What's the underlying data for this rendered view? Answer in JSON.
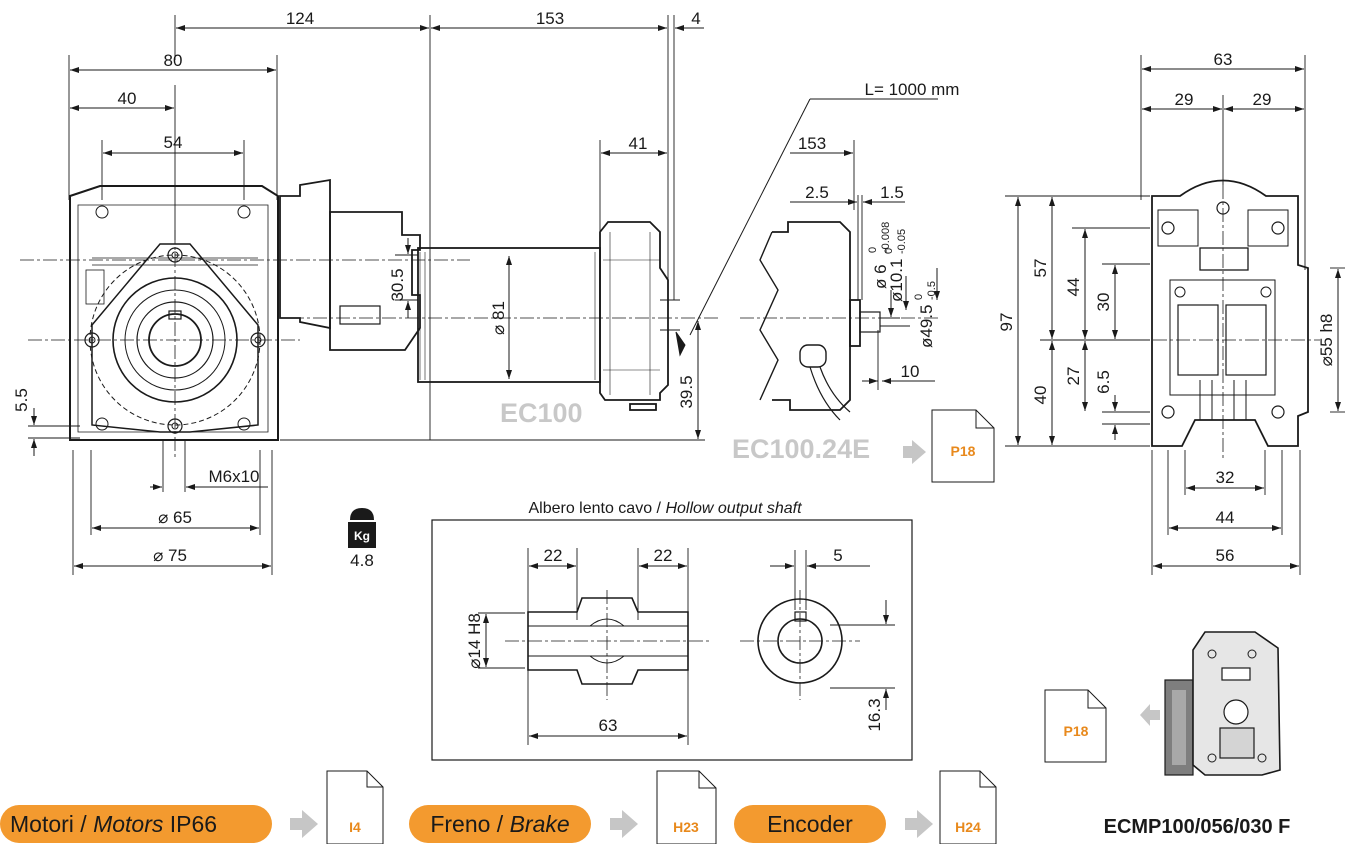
{
  "colors": {
    "accent": "#f39a2f",
    "ref_text": "#e8891c",
    "grey_text": "#c8c8c8",
    "arrow": "#c6c6c6",
    "line": "#1a1a1a"
  },
  "front_view": {
    "dims": {
      "d80": "80",
      "d40": "40",
      "d54": "54",
      "d5_5": "5.5",
      "m6x10": "M6x10",
      "d65": "⌀ 65",
      "d75": "⌀ 75"
    }
  },
  "side_view": {
    "dims": {
      "d124": "124",
      "d153": "153",
      "d4": "4",
      "d41": "41",
      "d30_5": "30.5",
      "d81": "⌀ 81",
      "d39_5": "39.5"
    },
    "motor_label": "EC100"
  },
  "encoder_view": {
    "cable_label": "L= 1000 mm",
    "dims": {
      "d153": "153",
      "d2_5": "2.5",
      "d1_5": "1.5",
      "d10": "10"
    },
    "tol": {
      "d6": "ø 6",
      "d6_up": "0",
      "d6_lo": "-0.008",
      "d10_1": "ø10.1",
      "d10_1_up": "0",
      "d10_1_lo": "-0.05",
      "d49_5": "ø49.5",
      "d49_5_up": "0",
      "d49_5_lo": "-0.5"
    },
    "model_label": "EC100.24E",
    "ref_page": "P18"
  },
  "right_view": {
    "dims": {
      "d63": "63",
      "d29a": "29",
      "d29b": "29",
      "d97": "97",
      "d57": "57",
      "d44": "44",
      "d30": "30",
      "d27": "27",
      "d6_5": "6.5",
      "d40": "40",
      "d55": "⌀55 h8",
      "d32": "32",
      "d44b": "44",
      "d56": "56"
    }
  },
  "weight": {
    "unit": "Kg",
    "value": "4.8"
  },
  "shaft": {
    "title_it": "Albero lento cavo / ",
    "title_en": "Hollow output shaft",
    "dims": {
      "d22a": "22",
      "d22b": "22",
      "d5": "5",
      "d14": "⌀14 H8",
      "d63": "63",
      "d16_3": "16.3"
    }
  },
  "product": {
    "name": "ECMP100/056/030 F",
    "ref_page": "P18"
  },
  "footer": {
    "pill1_it": "Motori / ",
    "pill1_en": "Motors",
    "pill1_tail": "  IP66",
    "ref1": "I4",
    "pill2_it": "Freno / ",
    "pill2_en": "Brake",
    "ref2": "H23",
    "pill3": "Encoder",
    "ref3": "H24"
  }
}
